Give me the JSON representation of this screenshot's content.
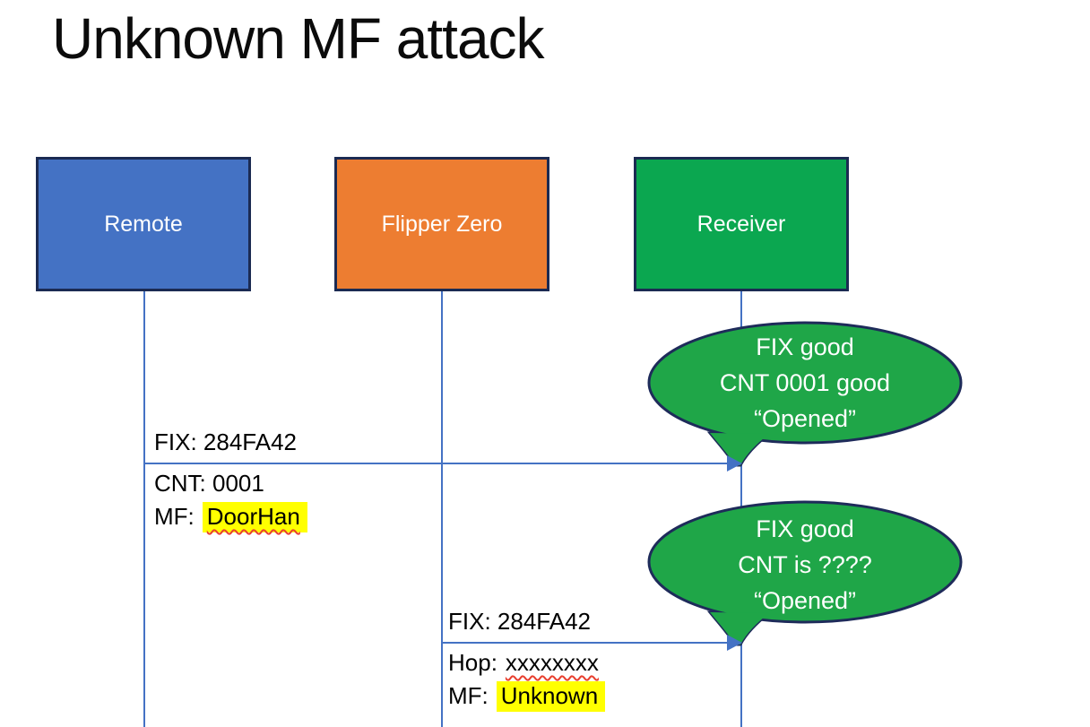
{
  "title": "Unknown MF attack",
  "actors": [
    {
      "label": "Remote"
    },
    {
      "label": "Flipper Zero"
    },
    {
      "label": "Receiver"
    }
  ],
  "messages": [
    {
      "above": "FIX: 284FA42",
      "row1": "CNT: 0001",
      "row2_prefix": "MF:",
      "row2_value": "DoorHan"
    },
    {
      "above": "FIX: 284FA42",
      "row1_prefix": "Hop:",
      "row1_value": "xxxxxxxx",
      "row2_prefix": "MF:",
      "row2_value": "Unknown"
    }
  ],
  "bubbles": [
    {
      "line1": "FIX good",
      "line2": "CNT 0001 good",
      "line3": "“Opened”"
    },
    {
      "line1": "FIX good",
      "line2": "CNT is ????",
      "line3": "“Opened”"
    }
  ],
  "colors": {
    "remote_fill": "#4472C4",
    "flipper_fill": "#ED7D31",
    "receiver_fill": "#0BA750",
    "bubble_fill": "#1FA648",
    "shape_border": "#1B2A52",
    "line_blue": "#4472C4",
    "highlight": "#FFFF00",
    "squiggle": "#E8402F",
    "text_dark": "#000000",
    "text_light": "#FFFFFF"
  }
}
